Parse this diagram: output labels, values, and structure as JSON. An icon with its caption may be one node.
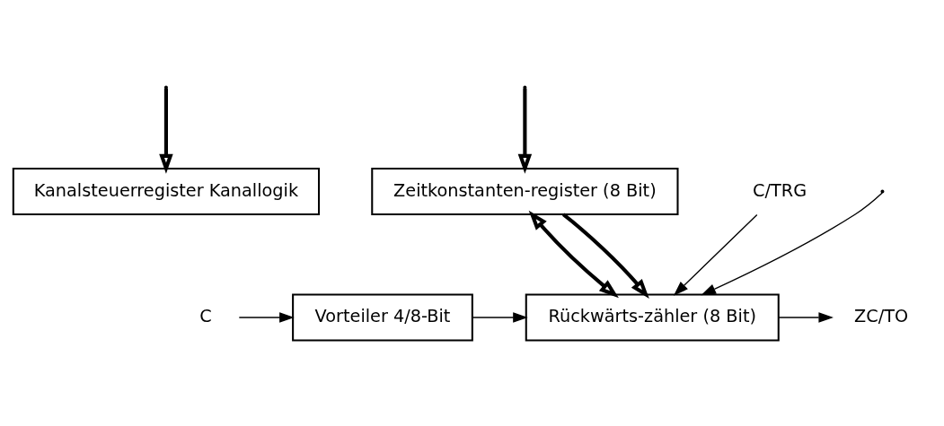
{
  "diagram": {
    "nodes": [
      {
        "text": [
          "Kanalsteuerregister Kanallogik"
        ]
      },
      {
        "text": [
          "Zeitkonstanten-register (8 Bit)"
        ]
      },
      {
        "text": [
          "Vorteiler 4/8-Bit"
        ]
      },
      {
        "text": [
          "Rückwärts-zähler (8 Bit)"
        ]
      },
      {
        "text": [
          "C"
        ]
      },
      {
        "text": [
          "ZC/TO"
        ]
      },
      {
        "text": [
          "C/TRG"
        ]
      }
    ],
    "edges": [
      {
        "from": null,
        "to": 0,
        "arrow": "to",
        "style": "thick"
      },
      {
        "from": null,
        "to": 1,
        "arrow": "to",
        "style": "thick"
      },
      {
        "from": null,
        "to": 3,
        "arrow": "to"
      },
      {
        "from": 1,
        "to": 3,
        "arrow": "both",
        "style": "thick"
      },
      {
        "from": 1,
        "to": 3,
        "arrow": "to",
        "style": "thick"
      },
      {
        "from": 4,
        "to": 2,
        "arrow": "to"
      },
      {
        "from": 2,
        "to": 3,
        "arrow": "to"
      },
      {
        "from": 3,
        "to": 5,
        "arrow": "to"
      },
      {
        "from": 6,
        "to": 3,
        "arrow": "to"
      }
    ]
  }
}
